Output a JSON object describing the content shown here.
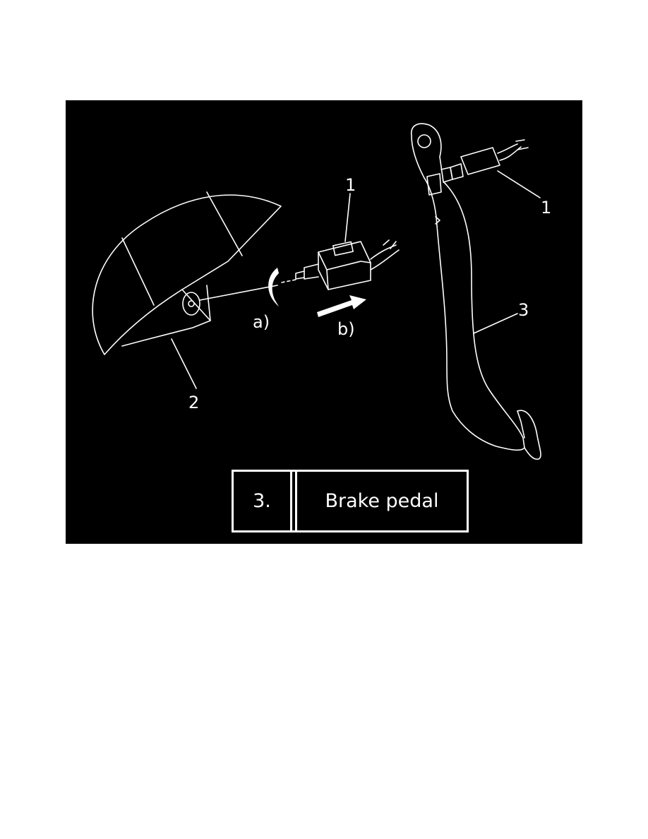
{
  "figure": {
    "callouts": {
      "switch_left": "1",
      "switch_right": "1",
      "bracket": "2",
      "pedal": "3",
      "step_a": "a)",
      "step_b": "b)"
    },
    "legend": {
      "number": "3.",
      "label": "Brake pedal"
    },
    "colors": {
      "background": "#000000",
      "linework": "#ffffff",
      "page": "#ffffff"
    }
  }
}
